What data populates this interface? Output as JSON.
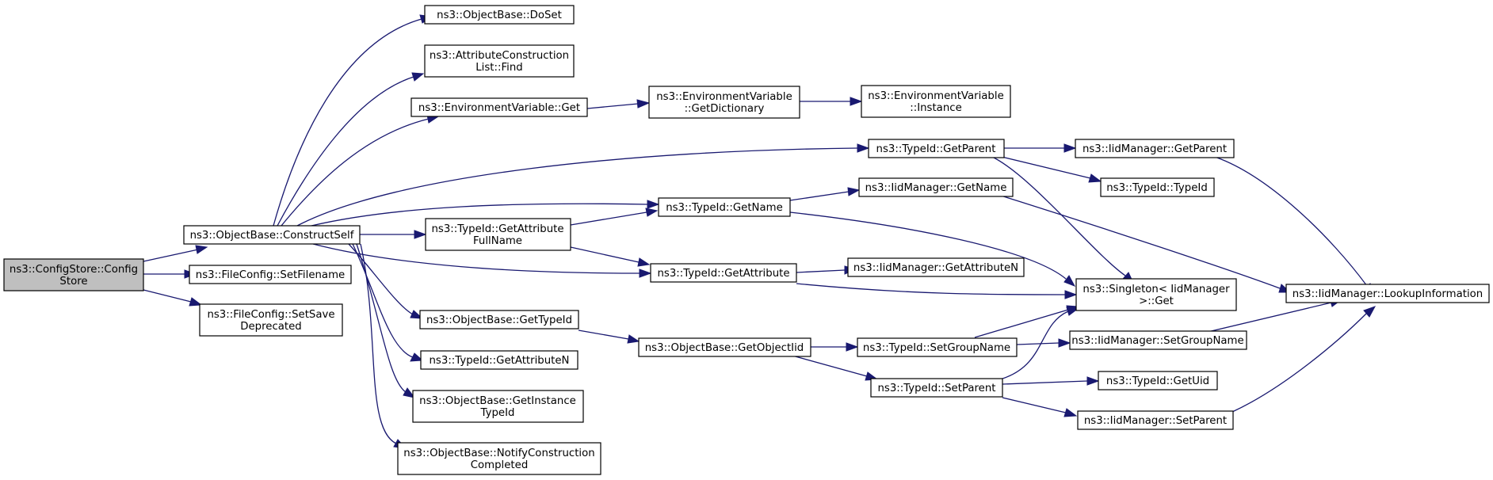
{
  "colors": {
    "edge": "#191970",
    "root_fill": "#bfbfbf",
    "node_fill": "#ffffff",
    "border": "#000000"
  },
  "nodes": {
    "configstore": [
      "ns3::ConfigStore::Config",
      "Store"
    ],
    "constructself": [
      "ns3::ObjectBase::ConstructSelf"
    ],
    "setfilename": [
      "ns3::FileConfig::SetFilename"
    ],
    "setsavedeprecated": [
      "ns3::FileConfig::SetSave",
      "Deprecated"
    ],
    "doset": [
      "ns3::ObjectBase::DoSet"
    ],
    "attrconstructionfind": [
      "ns3::AttributeConstruction",
      "List::Find"
    ],
    "envvarget": [
      "ns3::EnvironmentVariable::Get"
    ],
    "envgetdictionary": [
      "ns3::EnvironmentVariable",
      "::GetDictionary"
    ],
    "envinstance": [
      "ns3::EnvironmentVariable",
      "::Instance"
    ],
    "typeidgetparent": [
      "ns3::TypeId::GetParent"
    ],
    "iidgetparent": [
      "ns3::IidManager::GetParent"
    ],
    "typeidtypeid": [
      "ns3::TypeId::TypeId"
    ],
    "typeidgetname": [
      "ns3::TypeId::GetName"
    ],
    "iidgetname": [
      "ns3::IidManager::GetName"
    ],
    "getattributefullname": [
      "ns3::TypeId::GetAttribute",
      "FullName"
    ],
    "typeidgetattribute": [
      "ns3::TypeId::GetAttribute"
    ],
    "iidgetattributen": [
      "ns3::IidManager::GetAttributeN"
    ],
    "singletonget": [
      "ns3::Singleton< IidManager",
      ">::Get"
    ],
    "lookupinformation": [
      "ns3::IidManager::LookupInformation"
    ],
    "objgettypeid": [
      "ns3::ObjectBase::GetTypeId"
    ],
    "getobjectiid": [
      "ns3::ObjectBase::GetObjectIid"
    ],
    "setgroupname": [
      "ns3::TypeId::SetGroupName"
    ],
    "iidsetgroupname": [
      "ns3::IidManager::SetGroupName"
    ],
    "typeidgetattributen": [
      "ns3::TypeId::GetAttributeN"
    ],
    "typeidsetparent": [
      "ns3::TypeId::SetParent"
    ],
    "typeidgetuid": [
      "ns3::TypeId::GetUid"
    ],
    "getinstancetypeid": [
      "ns3::ObjectBase::GetInstance",
      "TypeId"
    ],
    "iidsetparent": [
      "ns3::IidManager::SetParent"
    ],
    "notifyconstruction": [
      "ns3::ObjectBase::NotifyConstruction",
      "Completed"
    ]
  }
}
